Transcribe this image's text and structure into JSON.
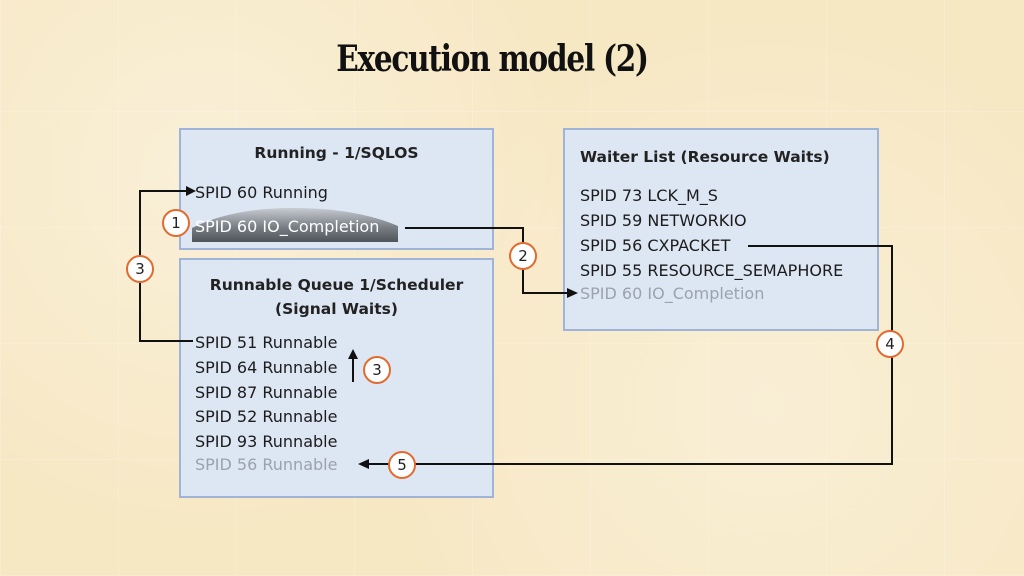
{
  "title": "Execution model (2)",
  "running_panel": {
    "title": "Running - 1/SQLOS",
    "items": [
      "SPID 60 Running",
      "SPID 60 IO_Completion"
    ]
  },
  "runnable_panel": {
    "title_line1": "Runnable Queue 1/Scheduler",
    "title_line2": "(Signal Waits)",
    "items": [
      "SPID 51 Runnable",
      "SPID 64 Runnable",
      "SPID 87 Runnable",
      "SPID 52 Runnable",
      "SPID 93 Runnable",
      "SPID 56 Runnable"
    ]
  },
  "waiter_panel": {
    "title": "Waiter List (Resource Waits)",
    "items": [
      "SPID 73 LCK_M_S",
      "SPID 59 NETWORKIO",
      "SPID 56 CXPACKET",
      "SPID 55 RESOURCE_SEMAPHORE",
      "SPID 60 IO_Completion"
    ]
  },
  "steps": [
    "1",
    "2",
    "3",
    "3",
    "4",
    "5"
  ],
  "colors": {
    "badge_border": "#e26a2c",
    "panel_fill": "#dde6f3",
    "panel_border": "#9fb4d6"
  }
}
